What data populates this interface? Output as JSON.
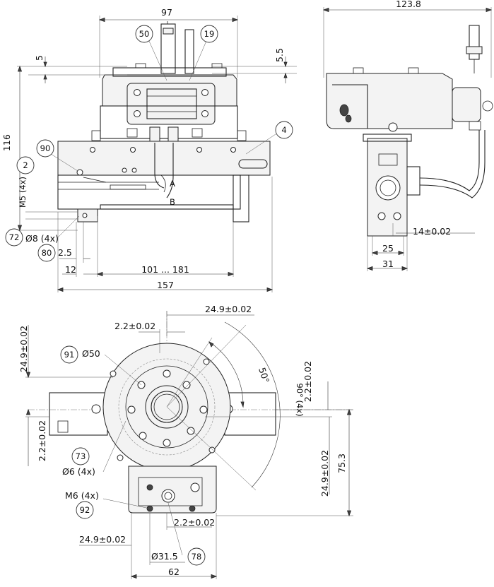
{
  "dimensions": {
    "top_width": "97",
    "side_width": "123.8",
    "d_5": "5",
    "d_5_5": "5.5",
    "height_116": "116",
    "m5": "M5 (4x)",
    "d8": "Ø8 (4x)",
    "d_2_5": "2.5",
    "d_12": "12",
    "stroke_range": "101 ... 181",
    "total_157": "157",
    "tol_14": "14±0.02",
    "d_25": "25",
    "d_31": "31",
    "bc_24_9_top": "24.9±0.02",
    "tol_2_2_top": "2.2±0.02",
    "d50": "Ø50",
    "angle_50": "50°",
    "angle_90": "90° (4x)",
    "tol_2_2_right": "2.2±0.02",
    "tol_24_9_left": "24.9±0.02",
    "tol_2_2_left": "2.2±0.02",
    "d6": "Ø6 (4x)",
    "m6": "M6 (4x)",
    "tol_24_9_right": "24.9±0.02",
    "d_75_3": "75.3",
    "tol_2_2_bottom": "2.2±0.02",
    "tol_24_9_bottom": "24.9±0.02",
    "d31_5": "Ø31.5",
    "d_62": "62"
  },
  "callouts": {
    "c50": "50",
    "c19": "19",
    "c4": "4",
    "c90": "90",
    "c2": "2",
    "c72": "72",
    "c80": "80",
    "c91": "91",
    "c73": "73",
    "c92": "92",
    "c78": "78"
  },
  "labels": {
    "a": "A",
    "b": "B"
  }
}
